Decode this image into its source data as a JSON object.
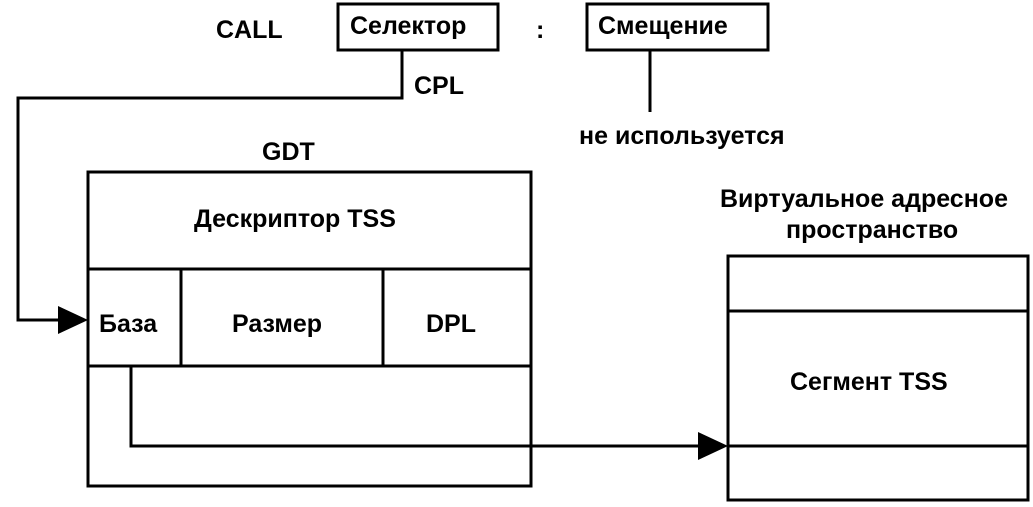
{
  "call_label": "CALL",
  "selector_label": "Селектор",
  "colon": ":",
  "offset_label": "Смещение",
  "cpl_label": "CPL",
  "not_used_label": "не используется",
  "gdt_label": "GDT",
  "tss_descriptor_label": "Дескриптор TSS",
  "base_label": "База",
  "size_label": "Размер",
  "dpl_label": "DPL",
  "vas_title_line1": "Виртуальное адресное",
  "vas_title_line2": "пространство",
  "tss_segment_label": "Сегмент TSS"
}
